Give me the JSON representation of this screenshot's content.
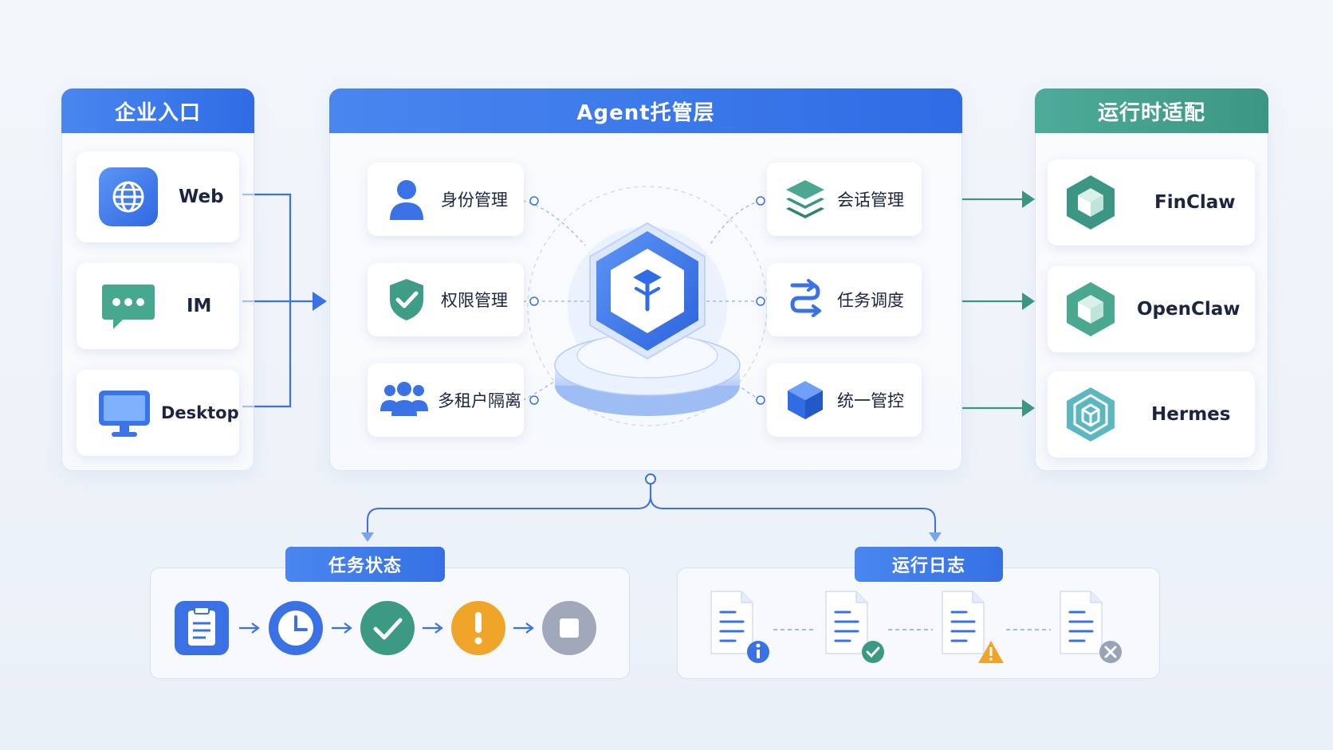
{
  "entry": {
    "title": "企业入口",
    "items": [
      {
        "label": "Web",
        "icon": "globe-icon"
      },
      {
        "label": "IM",
        "icon": "chat-bubble-icon"
      },
      {
        "label": "Desktop",
        "icon": "monitor-icon"
      }
    ]
  },
  "agent": {
    "title": "Agent托管层",
    "left_modules": [
      {
        "label": "身份管理",
        "icon": "user-icon"
      },
      {
        "label": "权限管理",
        "icon": "shield-check-icon"
      },
      {
        "label": "多租户隔离",
        "icon": "users-group-icon"
      }
    ],
    "right_modules": [
      {
        "label": "会话管理",
        "icon": "layers-icon"
      },
      {
        "label": "任务调度",
        "icon": "route-arrows-icon"
      },
      {
        "label": "统一管控",
        "icon": "cube-icon"
      }
    ],
    "center_icon": "agent-hub-icon"
  },
  "runtime": {
    "title": "运行时适配",
    "items": [
      {
        "label": "FinClaw",
        "icon": "hex-cube-icon"
      },
      {
        "label": "OpenClaw",
        "icon": "hex-cube-icon"
      },
      {
        "label": "Hermes",
        "icon": "hex-cube-outline-icon"
      }
    ]
  },
  "task_status": {
    "title": "任务状态",
    "steps": [
      "clipboard-icon",
      "clock-icon",
      "check-circle-icon",
      "warning-circle-icon",
      "stop-icon"
    ]
  },
  "run_log": {
    "title": "运行日志",
    "entries": [
      "doc-info-icon",
      "doc-success-icon",
      "doc-warning-icon",
      "doc-error-icon"
    ]
  },
  "colors": {
    "blue": "#2f6ce5",
    "teal": "#3c9683",
    "orange": "#f0a52a",
    "gray": "#9aa3b5"
  }
}
